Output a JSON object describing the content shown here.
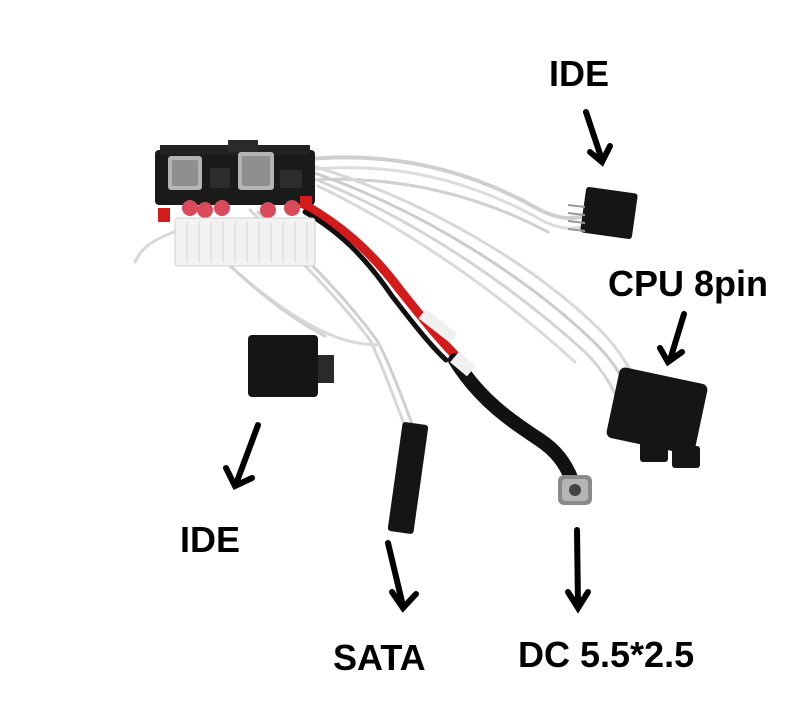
{
  "labels": {
    "ide_top": "IDE",
    "cpu": "CPU 8pin",
    "ide_left": "IDE",
    "sata": "SATA",
    "dc": "DC 5.5*2.5"
  },
  "colors": {
    "background": "#ffffff",
    "pcb": "#1a1a1a",
    "wire_white": "#e6e6e6",
    "wire_red": "#d41b1b",
    "wire_black": "#111111",
    "capacitor": "#d94a5a",
    "inductor": "#b3b3b3",
    "connector_white": "#f2f2f2",
    "connector_black": "#151515",
    "arrow": "#000000",
    "label_text": "#000000"
  },
  "parts": [
    "atx-24pin-power-board",
    "ide-connector-top",
    "cpu-8pin-connector",
    "ide-connector-left",
    "sata-connector",
    "dc-jack-5.5x2.5"
  ]
}
